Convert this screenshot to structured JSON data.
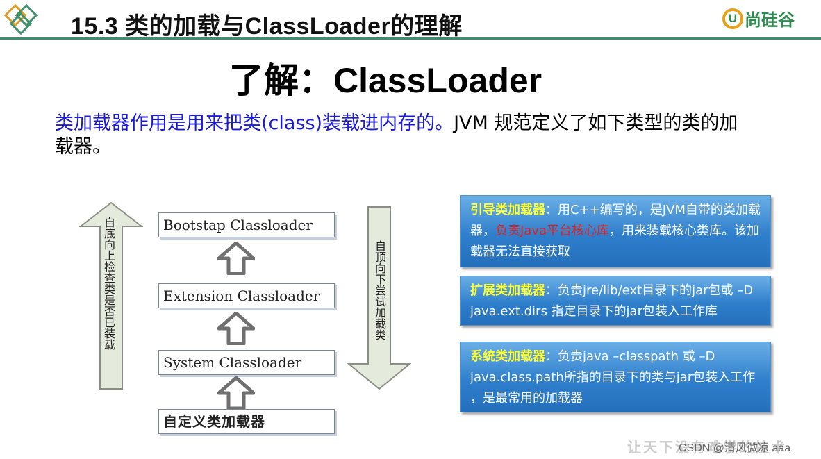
{
  "header": {
    "title": "15.3 类的加载与ClassLoader的理解",
    "brand_name": "尚硅谷",
    "brand_mark": "U",
    "accent_color": "#3f8f6a"
  },
  "main_title": {
    "prefix": "了解：",
    "en": "ClassLoader"
  },
  "intro": {
    "blue_part": "类加载器作用是用来把类(class)装载进内存的。",
    "black_part": "JVM 规范定义了如下类型的类的加载器。"
  },
  "diagram": {
    "left_arrow_label": "自底向上检查类是否已装载",
    "right_arrow_label": "自顶向下尝试加载类",
    "loaders": [
      {
        "label": "Bootstap Classloader"
      },
      {
        "label": "Extension Classloader"
      },
      {
        "label": "System Classloader"
      },
      {
        "label": "自定义类加载器"
      }
    ]
  },
  "cards": [
    {
      "title": "引导类加载器",
      "text_a": "：用C++编写的，是JVM自带的类加载器，",
      "text_red": "负责Java平台核心库",
      "text_b": "，用来装载核心类库。该加载器无法直接获取"
    },
    {
      "title": "扩展类加载器",
      "text": "：负责jre/lib/ext目录下的jar包或 –D java.ext.dirs 指定目录下的jar包装入工作库"
    },
    {
      "title": "系统类加载器",
      "text": "：负责java –classpath 或 –D java.class.path所指的目录下的类与jar包装入工作 ，是最常用的加载器"
    }
  ],
  "footer": {
    "watermark": "让天下没有难学的技术",
    "csdn": "CSDN @清风微凉 aaa"
  }
}
